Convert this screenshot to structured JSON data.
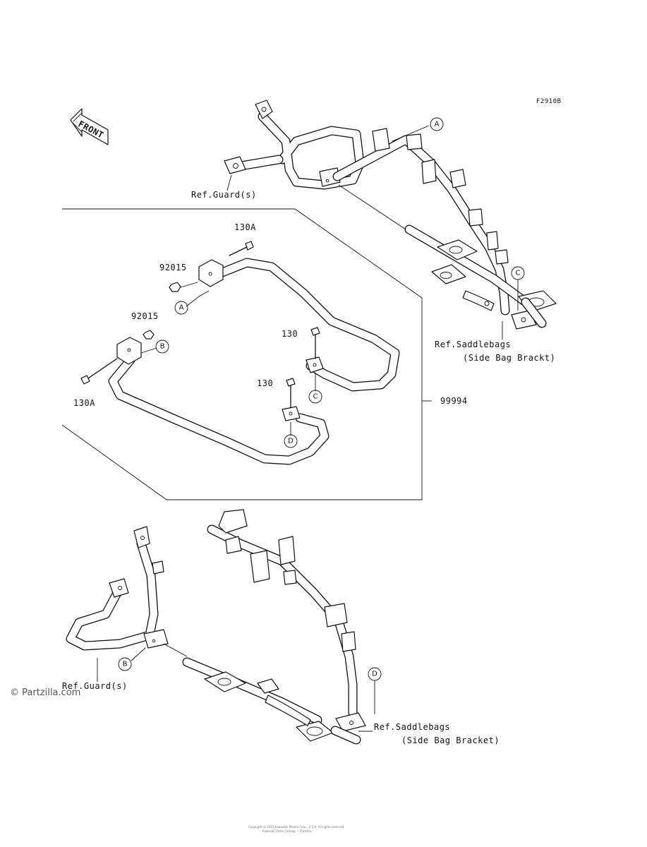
{
  "figure_code": "F2910B",
  "front_arrow": {
    "label": "FRONT",
    "icon": "front-direction-arrow-icon"
  },
  "labels": {
    "ref_guard_top": "Ref.Guard(s)",
    "ref_guard_bottom": "Ref.Guard(s)",
    "ref_saddlebags_top_line1": "Ref.Saddlebags",
    "ref_saddlebags_top_line2": "(Side Bag Brackt)",
    "ref_saddlebags_bottom_line1": "Ref.Saddlebags",
    "ref_saddlebags_bottom_line2": "(Side Bag Bracket)"
  },
  "parts": {
    "bolt_130A_top": "130A",
    "bolt_130A_left": "130A",
    "nut_92015_upper": "92015",
    "nut_92015_lower": "92015",
    "bolt_130_upper": "130",
    "bolt_130_lower": "130",
    "assembly_99994": "99994"
  },
  "callouts": {
    "A_top": "A",
    "A_kit": "A",
    "B_kit": "B",
    "B_bottom": "B",
    "C_top": "C",
    "C_kit": "C",
    "D_kit": "D",
    "D_bottom": "D"
  },
  "watermark": "© Partzilla.com",
  "footer_line1": "Copyright © 2012 Kawasaki Motors Corp., U.S.A. All rights reserved.",
  "footer_line2": "Kawasaki Parts Catalog — Partzilla"
}
